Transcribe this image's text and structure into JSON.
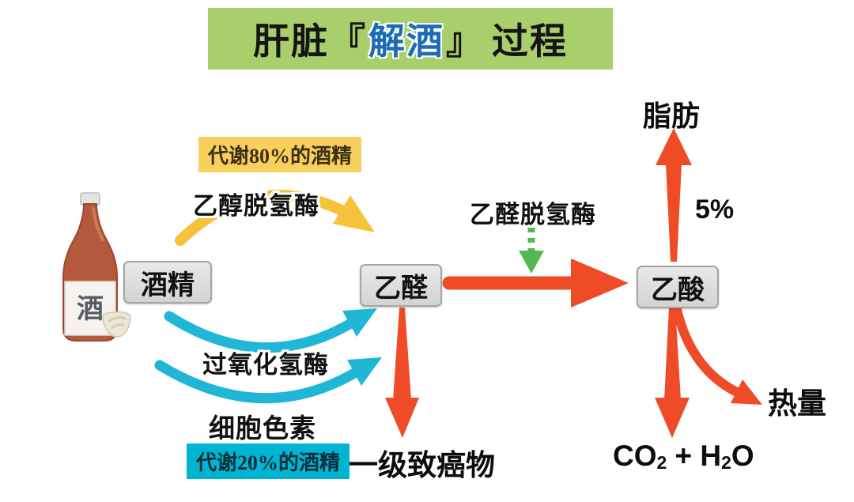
{
  "title": {
    "prefix": "肝脏",
    "open_bracket": "『",
    "highlight": "解酒",
    "close_bracket": "』",
    "suffix": "过程"
  },
  "bottle": {
    "label": "酒"
  },
  "nodes": {
    "alcohol": "酒精",
    "acetaldehyde": "乙醛",
    "acetic_acid": "乙酸"
  },
  "enzymes": {
    "alcohol_dehydrogenase": "乙醇脱氢酶",
    "acetaldehyde_dehydrogenase": "乙醛脱氢酶",
    "catalase": "过氧化氢酶",
    "cytochrome": "细胞色素"
  },
  "annotations": {
    "metabolize_80": "代谢80%的酒精",
    "metabolize_20": "代谢20%的酒精",
    "five_percent": "5%",
    "fat": "脂肪",
    "heat": "热量",
    "carcinogen": "一级致癌物",
    "co2_h2o": {
      "p1": "CO",
      "sub1": "2",
      "p2": " + H",
      "sub2": "2",
      "p3": "O"
    }
  },
  "flows": [
    {
      "from": "酒精",
      "to": "乙醛",
      "via": "乙醇脱氢酶",
      "note": "代谢80%的酒精",
      "arrow_color": "#f6c13b"
    },
    {
      "from": "酒精",
      "to": "乙醛",
      "via": "过氧化氢酶",
      "note": "代谢20%的酒精",
      "arrow_color": "#1fb7d5"
    },
    {
      "from": "酒精",
      "to": "乙醛",
      "via": "细胞色素",
      "note": "代谢20%的酒精",
      "arrow_color": "#1fb7d5"
    },
    {
      "from": "乙醛",
      "to": "乙酸",
      "via": "乙醛脱氢酶",
      "arrow_color": "#ee4b26"
    },
    {
      "from": "乙醛",
      "to": "一级致癌物",
      "arrow_color": "#ee4b26"
    },
    {
      "from": "乙酸",
      "to": "脂肪",
      "note": "5%",
      "arrow_color": "#ee4b26"
    },
    {
      "from": "乙酸",
      "to": "CO2 + H2O",
      "arrow_color": "#ee4b26"
    },
    {
      "from": "乙酸",
      "to": "热量",
      "arrow_color": "#ee4b26"
    }
  ],
  "colors": {
    "title_background": "#a9cf6d",
    "title_highlight_text": "#1c6cb5",
    "red_arrow": "#ee4b26",
    "yellow_arrow": "#f6c13b",
    "cyan_arrow": "#1fb7d5",
    "green_dotted_arrow": "#54b854",
    "yellow_note_background": "#f8d05e",
    "cyan_note_background": "#00b5d2",
    "node_box_background": "#dcdcdc",
    "bottle_body": "#b4593b"
  }
}
